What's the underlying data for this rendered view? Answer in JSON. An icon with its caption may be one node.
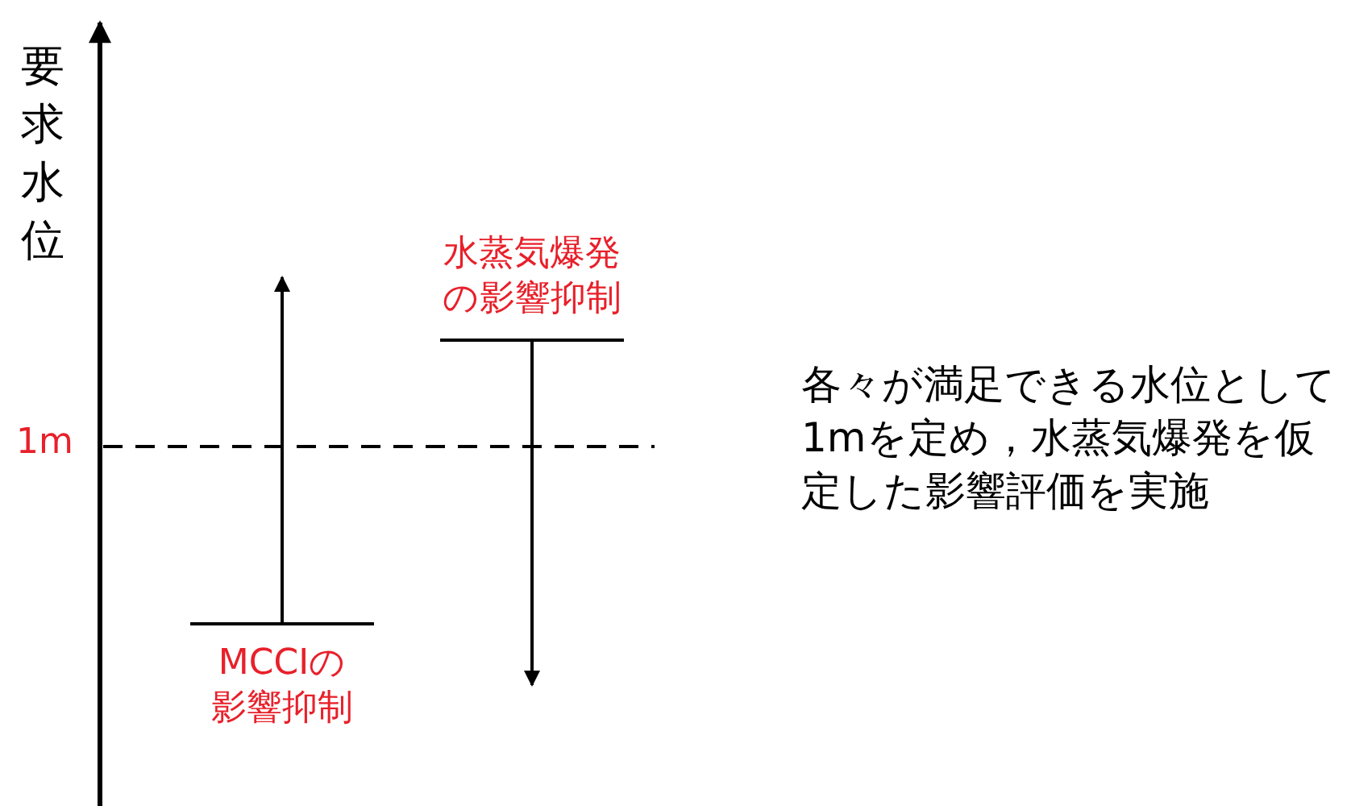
{
  "diagram": {
    "nodes": [
      {
        "text": [],
        "shape": "bar",
        "beside": [
          "水蒸気爆発の影響抑制"
        ]
      },
      {
        "text": [],
        "shape": "bar",
        "beside": [
          "MCCIの影響抑制"
        ]
      }
    ],
    "edges": [
      {
        "from": 1,
        "to": null,
        "arrow": "to"
      },
      {
        "from": 0,
        "to": null,
        "arrow": "to"
      }
    ],
    "labels": [
      "要求水位",
      "1m",
      "各々が満足できる水位として1mを定め，水蒸気爆発を仮定した影響評価を実施"
    ]
  }
}
